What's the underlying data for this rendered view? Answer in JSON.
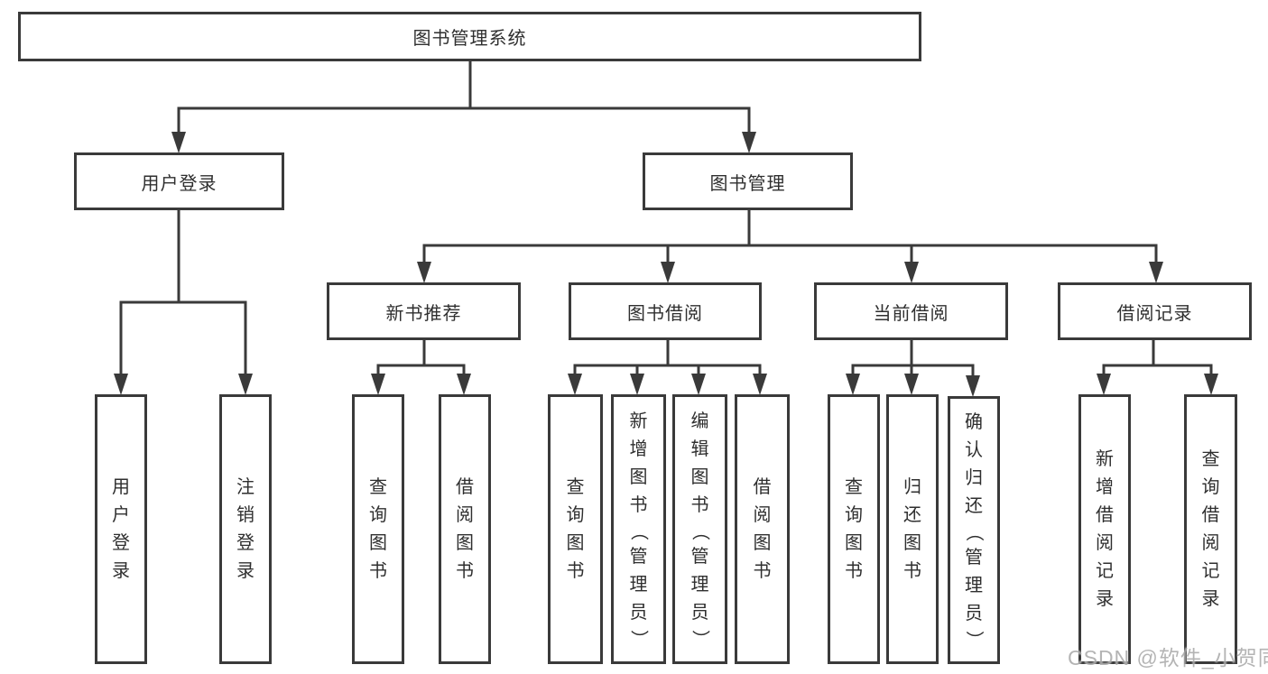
{
  "diagram": {
    "root": {
      "label": "图书管理系统"
    },
    "level2": [
      {
        "label": "用户登录"
      },
      {
        "label": "图书管理"
      }
    ],
    "level3": [
      {
        "label": "新书推荐"
      },
      {
        "label": "图书借阅"
      },
      {
        "label": "当前借阅"
      },
      {
        "label": "借阅记录"
      }
    ],
    "leaves": [
      {
        "label": "用户登录"
      },
      {
        "label": "注销登录"
      },
      {
        "label": "查询图书"
      },
      {
        "label": "借阅图书"
      },
      {
        "label": "查询图书"
      },
      {
        "label": "新增图书（管理员）"
      },
      {
        "label": "编辑图书（管理员）"
      },
      {
        "label": "借阅图书"
      },
      {
        "label": "查询图书"
      },
      {
        "label": "归还图书"
      },
      {
        "label": "确认归还（管理员）"
      },
      {
        "label": "新增借阅记录"
      },
      {
        "label": "查询借阅记录"
      }
    ]
  },
  "watermark": {
    "text": "CSDN @软件_小贺同学"
  },
  "colors": {
    "line": "#3a3a3a",
    "box_border": "#3a3a3a",
    "text": "#2f2f2f",
    "watermark": "#9b9b9b"
  }
}
